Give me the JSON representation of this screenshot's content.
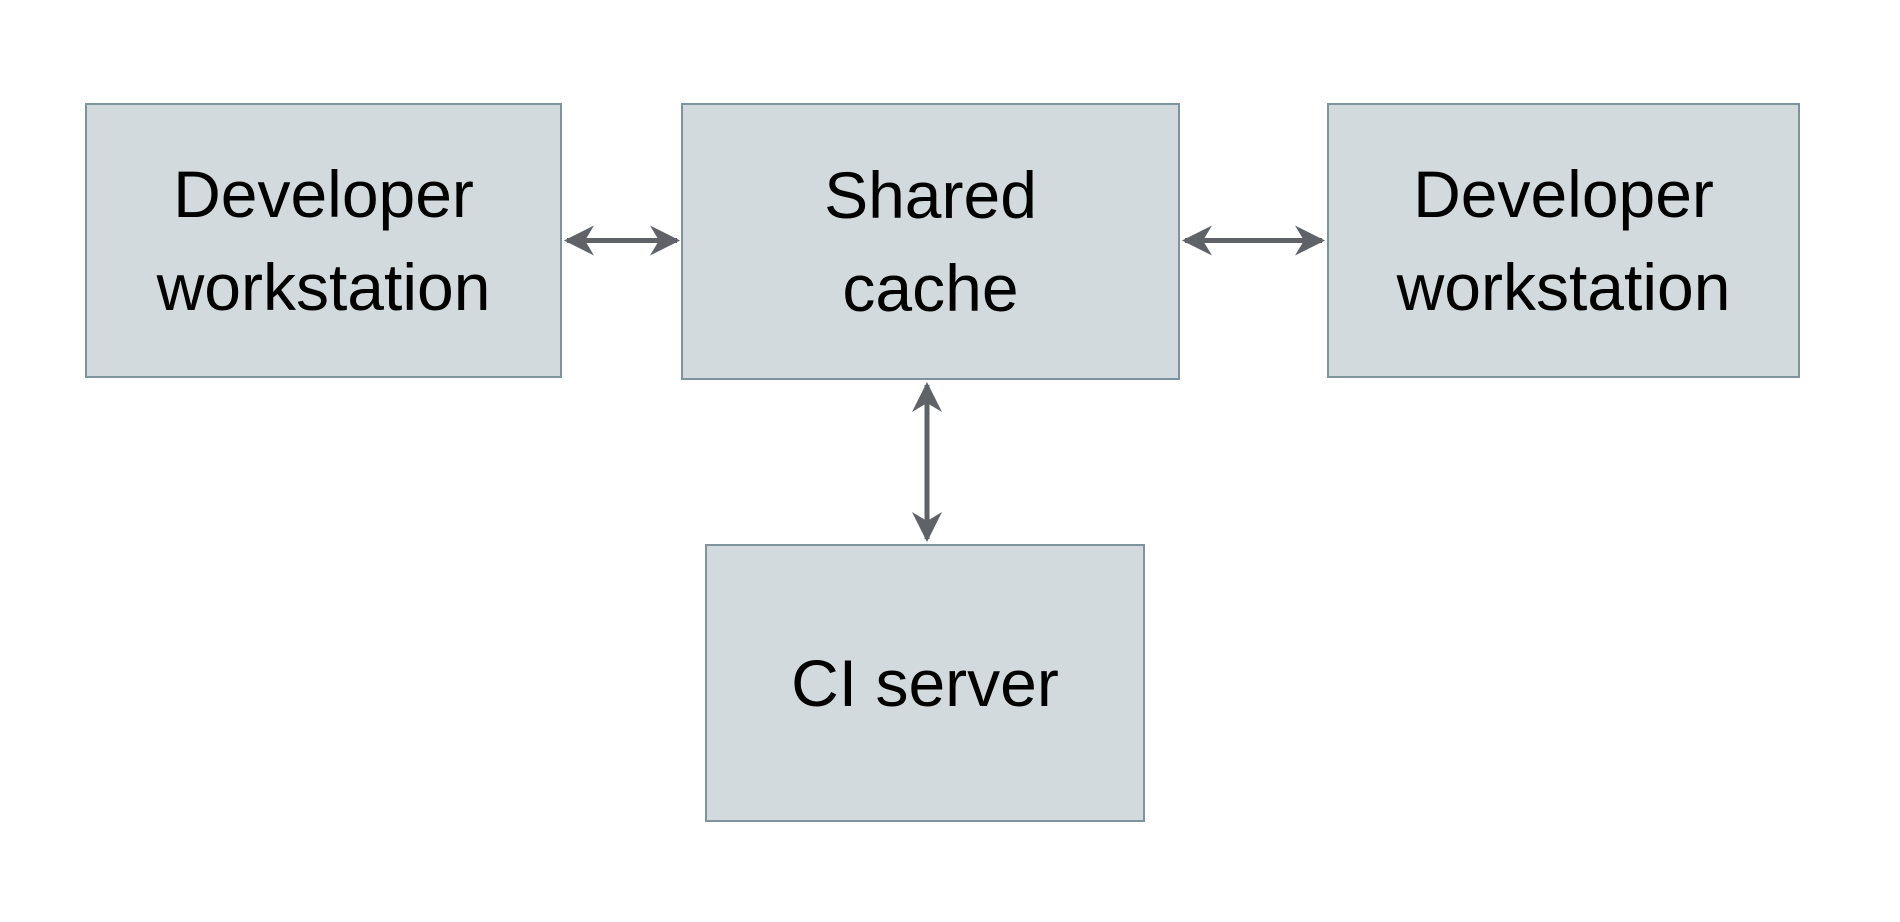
{
  "diagram": {
    "nodes": [
      {
        "id": "developer-workstation-left",
        "label": "Developer\nworkstation"
      },
      {
        "id": "shared-cache",
        "label": "Shared\ncache"
      },
      {
        "id": "developer-workstation-right",
        "label": "Developer\nworkstation"
      },
      {
        "id": "ci-server",
        "label": "CI server"
      }
    ],
    "edges": [
      {
        "from": "developer-workstation-left",
        "to": "shared-cache",
        "style": "double-arrow"
      },
      {
        "from": "shared-cache",
        "to": "developer-workstation-right",
        "style": "double-arrow"
      },
      {
        "from": "shared-cache",
        "to": "ci-server",
        "style": "double-arrow"
      }
    ]
  },
  "colors": {
    "node-fill": "#d3dadd",
    "node-border": "#7f939c",
    "arrow": "#5f6368",
    "text": "#000000",
    "background": "#ffffff"
  }
}
